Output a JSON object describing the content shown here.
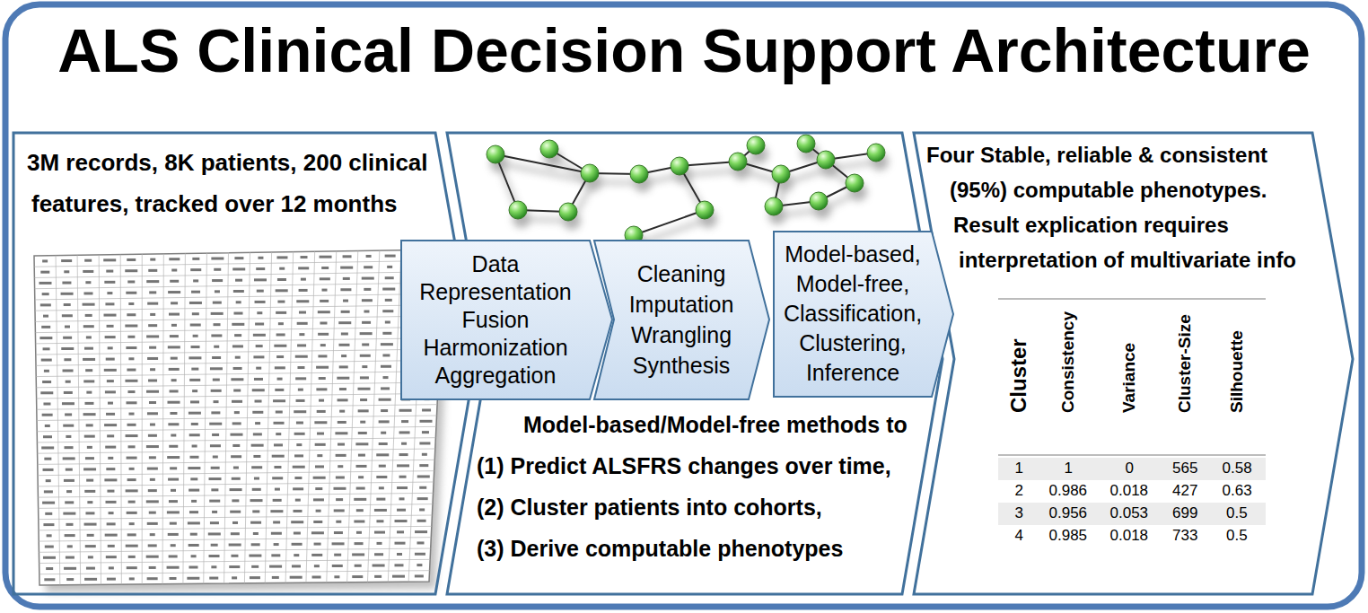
{
  "diagram": {
    "title": "ALS Clinical Decision Support Architecture",
    "nodes": [
      {
        "text": [
          "3M records, 8K patients, 200 clinical features, tracked over 12 months"
        ]
      },
      {
        "text": [
          "Model-based/Model-free methods to (1) Predict ALSFRS changes over time, (2) Cluster patients into cohorts, (3) Derive computable phenotypes"
        ]
      },
      {
        "text": [
          "Data Representation Fusion Harmonization Aggregation"
        ]
      },
      {
        "text": [
          "Cleaning Imputation Wrangling Synthesis"
        ]
      },
      {
        "text": [
          "Model-based, Model-free, Classification, Clustering, Inference"
        ]
      },
      {
        "text": [
          "Four Stable, reliable & consistent (95%) computable phenotypes. Result explication requires interpretation of multivariate info"
        ]
      }
    ],
    "labels": [
      "Cluster",
      "Consistency",
      "Variance",
      "Cluster-Size",
      "Silhouette",
      "1",
      "1",
      "0",
      "565",
      "0.58",
      "2",
      "0.986",
      "0.018",
      "427",
      "0.63",
      "3",
      "0.956",
      "0.053",
      "699",
      "0.5",
      "4",
      "0.985",
      "0.018",
      "733",
      "0.5"
    ]
  }
}
